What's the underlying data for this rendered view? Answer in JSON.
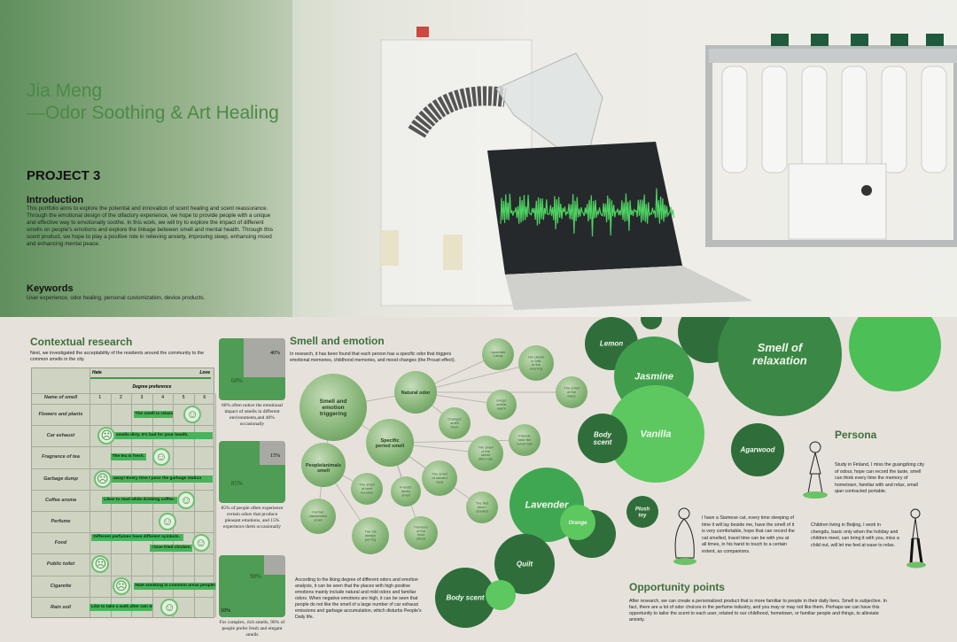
{
  "hero": {
    "name_line1": "Jia Meng",
    "name_line2": "—Odor Soothing & Art Healing",
    "project": "PROJECT 3",
    "intro_title": "Introduction",
    "intro_text": "This portfolio aims to explore the potential and innovation of scent healing and scent reassurance. Through the emotional design of the olfactory experience, we hope to provide people with a unique and effective way to emotionally soothe. In this work, we will try to explore the impact of different smells on people's emotions and explore the linkage between smell and mental health. Through this scent product, we hope to play a positive role in relieving anxiety, improving sleep, enhancing mood and enhancing mental peace.",
    "keywords_title": "Keywords",
    "keywords_text": "User experience, odor healing, personal customization, device products."
  },
  "contextual": {
    "title": "Contextual research",
    "text": "Next, we investigated the acceptability of the residents around the community to the common smells in the city.",
    "hate": "Hate",
    "love": "Love",
    "degree": "Degree preference",
    "name_header": "Name of smell",
    "cols": [
      "1",
      "2",
      "3",
      "4",
      "5",
      "6"
    ],
    "rows": [
      {
        "name": "Flowers and plants",
        "notes": [
          {
            "text": "The smell is relaxing.",
            "c": 2.1,
            "w": 1.9
          }
        ],
        "face": 4.5,
        "mood": "☺"
      },
      {
        "name": "Car exhaust",
        "notes": [
          {
            "text": "It smells dirty. It's bad for your health.",
            "c": 1.0,
            "w": 4.9
          }
        ],
        "face": 0.4,
        "mood": "☹"
      },
      {
        "name": "Fragrance of tea",
        "notes": [
          {
            "text": "The tea is fresh.",
            "c": 1.0,
            "w": 1.7
          }
        ],
        "face": 3.0,
        "mood": "☺"
      },
      {
        "name": "Garbage dump",
        "notes": [
          {
            "text": "Run away! Every time I pass the garbage station",
            "c": 0.6,
            "w": 5.3
          }
        ],
        "face": 0.2,
        "mood": "☹"
      },
      {
        "name": "Coffee aroma",
        "notes": [
          {
            "text": "Likes to read while drinking coffee.",
            "c": 0.6,
            "w": 3.6
          }
        ],
        "face": 4.2,
        "mood": "☺"
      },
      {
        "name": "Perfume",
        "notes": [],
        "face": 3.3,
        "mood": "☺"
      },
      {
        "name": "Food",
        "notes": [
          {
            "text": "Different perfumes have different symbols.",
            "c": 0.1,
            "w": 4.4
          },
          {
            "text": "I love fried chicken.",
            "c": 2.9,
            "w": 2.0,
            "lower": true
          }
        ],
        "face": 4.9,
        "mood": "☺"
      },
      {
        "name": "Public toilet",
        "notes": [],
        "face": 0.1,
        "mood": "☹"
      },
      {
        "name": "Cigarette",
        "notes": [
          {
            "text": "Hate smoking in common areas people!",
            "c": 2.1,
            "w": 3.9
          }
        ],
        "face": 1.1,
        "mood": "☹"
      },
      {
        "name": "Rain soil",
        "notes": [
          {
            "text": "Like to take a walk after rain to breathe the fresh air.",
            "c": 0.0,
            "w": 3.0
          }
        ],
        "face": 3.4,
        "mood": "☺"
      }
    ]
  },
  "stats": [
    {
      "big": "60%",
      "small": "40%",
      "share": 0.6,
      "caption": "60% often notice the emotional impact of smells in different environments,and 40% occasionally"
    },
    {
      "big": "85%",
      "small": "15%",
      "share": 0.85,
      "caption": "85% of people often experience certain odors that produce pleasant emotions, and 15% experience them occasionally"
    },
    {
      "big": "90%",
      "small": "10%",
      "share": 0.9,
      "caption": "For complex, rich smells, 90% of people prefer fresh and elegant smells"
    }
  ],
  "smell_emotion": {
    "title": "Smell and emotion",
    "text": "In research, it has been found that each person has a specific odor that triggers emotional memories, childhood memories, and mood changes (the Proust effect).",
    "conclusion": "According to the liking degree of different odors and emotion analysis, it can be seen that the places with high positive emotions mainly include natural and mild odors and familiar odors. When negative emotions are high, it can be seen that people do not like the smell of a large number of car exhaust emissions and garbage accumulation, which disturbs People's Daily life.",
    "main_nodes": [
      "Smell and emotion triggering",
      "Natural odor",
      "People/animals smell",
      "Specific period smell"
    ],
    "leaf_nodes": [
      "Lavender Catnip",
      "Hot plants in hills in the evening",
      "The smell of the trees",
      "Ginger smells warm",
      "Oranges smell fresh",
      "The smell of the street after rain",
      "Friends near the lunch bell",
      "The smell of stewed meat",
      "The first time I smelled",
      "The smell of beef noodles",
      "Friends' family smell",
      "Former classmates smell",
      "The cat always purring",
      "Flavours of the food street"
    ]
  },
  "scents": [
    "Lemon",
    "Jasmine",
    "Smell of relaxation",
    "Body scent",
    "Vanilla",
    "Agarwood",
    "Plush toy",
    "Lavender",
    "Orange",
    "Quilt",
    "Body scent"
  ],
  "persona": {
    "title": "Persona",
    "p1": "Study in Finland, I miss the guangdong city of odour, hope can record the taste, smell can think every time the memory of hometown, familiar with and relax, small qian contracted portable.",
    "p2": "I have a Siamese cat, every time sleeping of time it will lay beside me, have the smell of it is very comfortable, hope that can record the cat smelled, travel time can be with you at all times, in his hand to touch to a certain extent, as companions.",
    "p3": "Children living in Beijing, I work in chengdu, basic only when the holiday and children meet, can bring it with you, miss a child out, will let me feel at ease to relax."
  },
  "opportunity": {
    "title": "Opportunity points",
    "text": "After research, we can create a personalized product that is more familiar to people in their daily lives. Smell is subjective. In fact, there are a lot of odor choices in the perfume industry, and you may or may not like them. Perhaps we can have this opportunity to tailor the scent to each user, related to our childhood, hometown, or familiar people and things, to alleviate anxiety."
  },
  "colors": {
    "accent": "#3f6e3c",
    "dark": "#2f6e3a",
    "mid": "#3f9a4c",
    "bright": "#5cc85f"
  }
}
